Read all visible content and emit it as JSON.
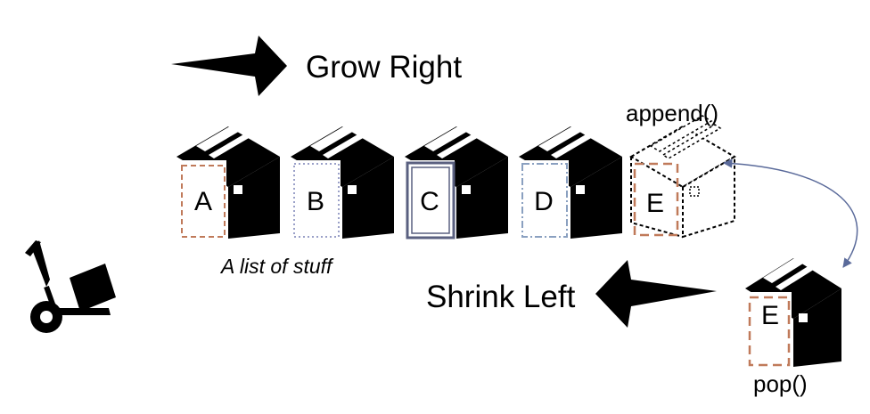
{
  "labels": {
    "grow": "Grow Right",
    "shrink": "Shrink Left",
    "append": "append()",
    "pop": "pop()",
    "caption": "A list of stuff"
  },
  "boxes": [
    {
      "letter": "A",
      "border_color": "#c07a5a",
      "border_style": "dashed"
    },
    {
      "letter": "B",
      "border_color": "#9aa0c8",
      "border_style": "dotted"
    },
    {
      "letter": "C",
      "border_color": "#5a6080",
      "border_style": "double"
    },
    {
      "letter": "D",
      "border_color": "#8aa0c0",
      "border_style": "dashdot"
    },
    {
      "letter": "E",
      "border_color": "#c07a5a",
      "border_style": "dashed-outline"
    },
    {
      "letter": "E",
      "border_color": "#c07a5a",
      "border_style": "dashed"
    }
  ],
  "icons": {
    "grow_arrow": "arrow-right-icon",
    "shrink_arrow": "arrow-left-icon",
    "hand_truck": "hand-truck-icon",
    "connector": "curved-double-arrow",
    "connector_color": "#5a6a9a"
  }
}
